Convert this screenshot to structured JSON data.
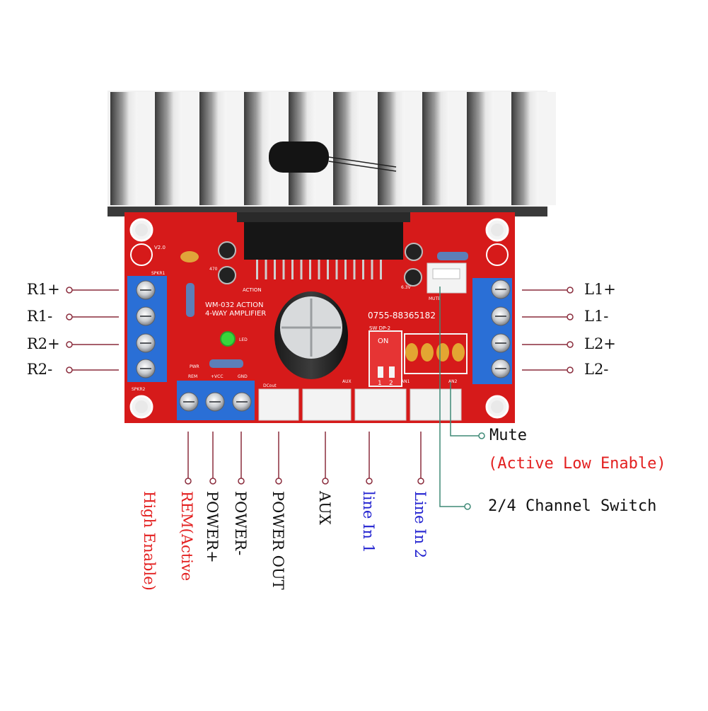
{
  "board": {
    "model_line1": "WM-032 ACTION",
    "model_line2": "4-WAY AMPLIFIER",
    "phone": "0755-88365182",
    "version": "V2.0",
    "dip_title": "SW DP-2",
    "dip_on": "ON",
    "dip_num1": "1",
    "dip_num2": "2",
    "action_text": "ACTION",
    "cap_left": "470",
    "cap_right": "6.3V",
    "led_text": "LED",
    "pwr_text": "PWR",
    "rem_text": "REM",
    "vcc_text": "+VCC",
    "gnd_text": "GND",
    "spkr1_text": "SPKR1",
    "spkr2_text": "SPKR2",
    "an1_text": "AN1",
    "an2_text": "AN2",
    "aux_text": "AUX",
    "mute_text": "MUTE",
    "dcout_text": "DCout"
  },
  "left_labels": [
    "R1+",
    "R1-",
    "R2+",
    "R2-"
  ],
  "right_labels": [
    "L1+",
    "L1-",
    "L2+",
    "L2-"
  ],
  "mute": {
    "line1": "Mute",
    "line2": "(Active Low Enable)"
  },
  "channel_switch": "2/4 Channel Switch",
  "bottom": {
    "rem_line1": "REM(Active",
    "rem_line2": "High Enable)",
    "power_plus": "POWER+",
    "power_minus": "POWER-",
    "power_out": "POWER OUT",
    "aux": "AUX",
    "line_in_1": "line In 1",
    "line_in_2": "Line In 2"
  },
  "colors": {
    "board": "#d61a1a",
    "terminal": "#2a6fd6",
    "callout_red": "#e32020",
    "callout_blue": "#2222d0",
    "leader_line": "#8a2c3c"
  }
}
